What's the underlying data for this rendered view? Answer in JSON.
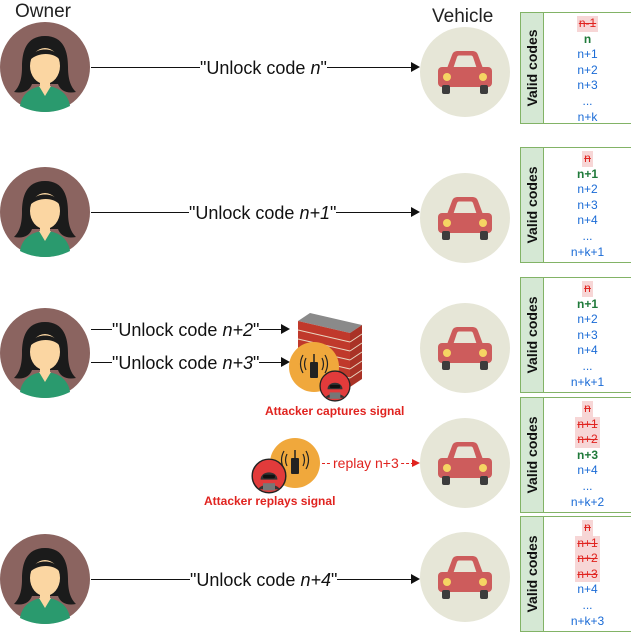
{
  "headers": {
    "owner": "Owner",
    "vehicle": "Vehicle"
  },
  "messages": {
    "m1_pre": "\"Unlock code ",
    "m1_var": "n",
    "m1_post": "\"",
    "m2_pre": "\"Unlock code ",
    "m2_var": "n+1",
    "m2_post": "\"",
    "m3_pre": "\"Unlock code ",
    "m3_var": "n+2",
    "m3_post": "\"",
    "m4_pre": "\"Unlock code ",
    "m4_var": "n+3",
    "m4_post": "\"",
    "m5_pre": "\"Unlock code ",
    "m5_var": "n+4",
    "m5_post": "\""
  },
  "attacker": {
    "captures": "Attacker captures signal",
    "replays": "Attacker replays signal",
    "replay_msg": "replay n+3"
  },
  "code_tables": [
    {
      "title": "Valid codes",
      "codes": [
        {
          "t": "n-1",
          "s": "used"
        },
        {
          "t": "n",
          "s": "cur"
        },
        {
          "t": "n+1",
          "s": "ok"
        },
        {
          "t": "n+2",
          "s": "ok"
        },
        {
          "t": "n+3",
          "s": "ok"
        },
        {
          "t": "...",
          "s": "ok"
        },
        {
          "t": "n+k",
          "s": "ok"
        }
      ]
    },
    {
      "title": "Valid codes",
      "codes": [
        {
          "t": "n",
          "s": "used"
        },
        {
          "t": "n+1",
          "s": "cur"
        },
        {
          "t": "n+2",
          "s": "ok"
        },
        {
          "t": "n+3",
          "s": "ok"
        },
        {
          "t": "n+4",
          "s": "ok"
        },
        {
          "t": "...",
          "s": "ok"
        },
        {
          "t": "n+k+1",
          "s": "ok"
        }
      ]
    },
    {
      "title": "Valid codes",
      "codes": [
        {
          "t": "n",
          "s": "used"
        },
        {
          "t": "n+1",
          "s": "cur"
        },
        {
          "t": "n+2",
          "s": "ok"
        },
        {
          "t": "n+3",
          "s": "ok"
        },
        {
          "t": "n+4",
          "s": "ok"
        },
        {
          "t": "...",
          "s": "ok"
        },
        {
          "t": "n+k+1",
          "s": "ok"
        }
      ]
    },
    {
      "title": "Valid codes",
      "codes": [
        {
          "t": "n",
          "s": "used"
        },
        {
          "t": "n+1",
          "s": "used"
        },
        {
          "t": "n+2",
          "s": "used"
        },
        {
          "t": "n+3",
          "s": "cur"
        },
        {
          "t": "n+4",
          "s": "ok"
        },
        {
          "t": "...",
          "s": "ok"
        },
        {
          "t": "n+k+2",
          "s": "ok"
        }
      ]
    },
    {
      "title": "Valid codes",
      "codes": [
        {
          "t": "n",
          "s": "used"
        },
        {
          "t": "n+1",
          "s": "used"
        },
        {
          "t": "n+2",
          "s": "used"
        },
        {
          "t": "n+3",
          "s": "used"
        },
        {
          "t": "n+4",
          "s": "ok"
        },
        {
          "t": "...",
          "s": "ok"
        },
        {
          "t": "n+k+3",
          "s": "ok"
        }
      ]
    }
  ],
  "colors": {
    "avatar_bg": "#8b6460",
    "car_bg": "#e6e6d7",
    "car_body": "#cd5c5c",
    "used": "#e0231f",
    "current": "#1f7a3a",
    "valid": "#1a6bd6",
    "table_border": "#82b366",
    "table_side": "#d5e8d4",
    "attacker_bg": "#f0a83c"
  }
}
